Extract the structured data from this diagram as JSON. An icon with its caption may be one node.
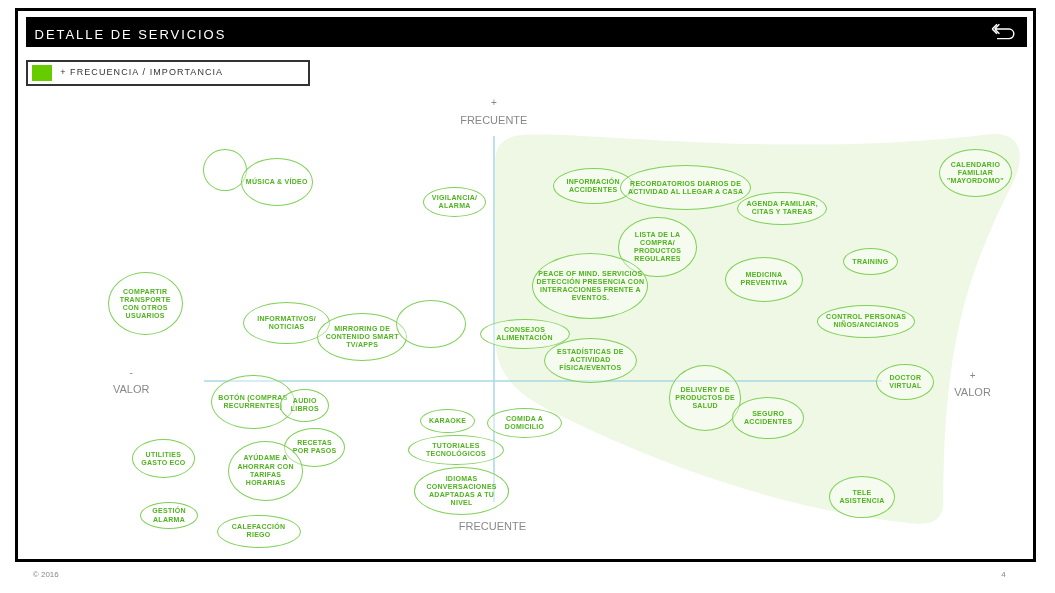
{
  "diagram": {
    "title": "DETALLE DE SERVICIOS",
    "nodes": [
      {
        "text": [],
        "shape": "circle"
      },
      {
        "text": [
          "MÚSICA & VÍDEO"
        ]
      },
      {
        "text": [
          "VIGILANCIA/ ALARMA"
        ]
      },
      {
        "text": [
          "INFORMACIÓN ACCIDENTES"
        ]
      },
      {
        "text": [
          "RECORDATORIOS DIARIOS DE ACTIVIDAD AL LLEGAR A CASA"
        ]
      },
      {
        "text": [
          "AGENDA FAMILIAR, CITAS Y TAREAS"
        ]
      },
      {
        "text": [
          "CALENDARIO FAMILIAR \"MAYORDOMO\""
        ]
      },
      {
        "text": [
          "LISTA DE LA COMPRA/ PRODUCTOS REGULARES"
        ]
      },
      {
        "text": [
          "MEDICINA PREVENTIVA"
        ]
      },
      {
        "text": [
          "TRAINING"
        ]
      },
      {
        "text": [
          "COMPARTIR TRANSPORTE CON OTROS USUARIOS"
        ]
      },
      {
        "text": [
          "PEACE OF MIND. SERVICIOS DETECCIÓN PRESENCIA CON INTERACCIONES FRENTE A EVENTOS."
        ]
      },
      {
        "text": [
          "INFORMATIVOS/ NOTICIAS"
        ]
      },
      {
        "text": [
          "MIRRORING DE CONTENIDO SMART TV/APPS"
        ]
      },
      {
        "text": [],
        "shape": "circle"
      },
      {
        "text": [
          "CONSEJOS ALIMENTACIÓN"
        ]
      },
      {
        "text": [
          "CONTROL PERSONAS NIÑOS/ANCIANOS"
        ]
      },
      {
        "text": [
          "ESTADÍSTICAS DE ACTIVIDAD FÍSICA/EVENTOS"
        ]
      },
      {
        "text": [
          "BOTÓN (COMPRAS RECURRENTES)"
        ]
      },
      {
        "text": [
          "AUDIO LIBROS"
        ]
      },
      {
        "text": [
          "DELIVERY DE PRODUCTOS DE SALUD"
        ]
      },
      {
        "text": [
          "DOCTOR VIRTUAL"
        ]
      },
      {
        "text": [
          "SEGURO ACCIDENTES"
        ]
      },
      {
        "text": [
          "KARAOKE"
        ]
      },
      {
        "text": [
          "COMIDA A DOMICILIO"
        ]
      },
      {
        "text": [
          "RECETAS POR PASOS"
        ]
      },
      {
        "text": [
          "UTILITIES GASTO ECO"
        ]
      },
      {
        "text": [
          "TUTORIALES TECNOLÓGICOS"
        ]
      },
      {
        "text": [
          "AYÚDAME A AHORRAR CON TARIFAS HORARIAS"
        ]
      },
      {
        "text": [
          "IDIOMAS CONVERSACIONES ADAPTADAS A TU NIVEL"
        ]
      },
      {
        "text": [
          "TELE ASISTENCIA"
        ]
      },
      {
        "text": [
          "GESTIÓN ALARMA"
        ]
      },
      {
        "text": [
          "CALEFACCIÓN RIEGO"
        ]
      }
    ],
    "labels": [
      "+",
      "FRECUENTE",
      "-",
      "VALOR",
      "+",
      "VALOR",
      "FRECUENTE",
      "© 2016",
      "4"
    ],
    "legend": [
      {
        "text": "+ FRECUENCIA / IMPORTANCIA",
        "color": "#66cc00"
      }
    ]
  }
}
